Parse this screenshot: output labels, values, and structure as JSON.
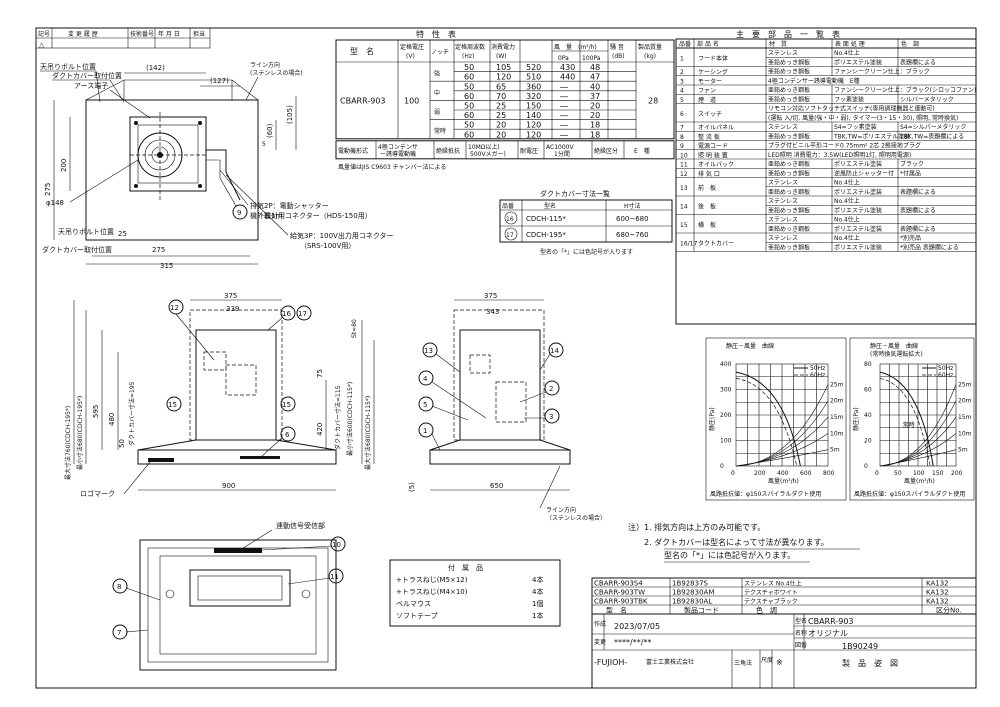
{
  "revision": {
    "headers": [
      "記号",
      "変 更 履 歴",
      "技術番号",
      "年 月 日",
      "担当"
    ],
    "symbol": "△"
  },
  "spec": {
    "title": "特　性　表",
    "col_model": "型　名",
    "col_voltage": "定格電圧",
    "col_voltage_unit": "(V)",
    "col_notch": "ノッチ",
    "col_freq": "定格周波数",
    "col_freq_unit": "(Hz)",
    "col_power": "消費電力",
    "col_power_unit": "(W)",
    "col_air": "風　量　(m³/h)",
    "col_air_0pa": "0Pa",
    "col_air_100pa": "100Pa",
    "col_noise": "騒 音",
    "col_noise_unit": "(dB)",
    "col_weight": "製品質量",
    "col_weight_unit": "(kg)",
    "model": "CBARR-903",
    "voltage": "100",
    "weight": "28",
    "rows": [
      {
        "notch": "強",
        "hz": "50",
        "w": "105",
        "a0": "520",
        "a100": "430",
        "db": "48"
      },
      {
        "notch": "",
        "hz": "60",
        "w": "120",
        "a0": "510",
        "a100": "440",
        "db": "47"
      },
      {
        "notch": "中",
        "hz": "50",
        "w": "65",
        "a0": "360",
        "a100": "―",
        "db": "40"
      },
      {
        "notch": "",
        "hz": "60",
        "w": "70",
        "a0": "320",
        "a100": "―",
        "db": "37"
      },
      {
        "notch": "弱",
        "hz": "50",
        "w": "25",
        "a0": "150",
        "a100": "―",
        "db": "20"
      },
      {
        "notch": "",
        "hz": "60",
        "w": "25",
        "a0": "140",
        "a100": "―",
        "db": "20"
      },
      {
        "notch": "常時",
        "hz": "50",
        "w": "20",
        "a0": "120",
        "a100": "―",
        "db": "18"
      },
      {
        "notch": "",
        "hz": "60",
        "w": "20",
        "a0": "120",
        "a100": "―",
        "db": "18"
      }
    ],
    "motor_label": "電動機形式",
    "motor_value": "4極コンデンサー誘導電動機",
    "insul_label": "絶縁抵抗",
    "insul_value": "10MΩ以上(500Vメガー)",
    "withstand_label": "耐電圧",
    "withstand_value": "AC1000V 1分間",
    "class_label": "絶縁区分",
    "class_value": "E　種",
    "note": "風量値はJIS C9603 チャンバー法による"
  },
  "parts": {
    "title": "主　要　部　品　一　覧　表",
    "headers": [
      "品番",
      "部 品 名",
      "材　質",
      "表 面 処 理",
      "色　調"
    ],
    "rows": [
      {
        "no": "1",
        "name": "フード本体",
        "rows": [
          [
            "ステンレス",
            "No.4仕上",
            ""
          ],
          [
            "亜鉛めっき鋼板",
            "ポリエステル塗装",
            "表題欄による"
          ]
        ]
      },
      {
        "no": "2",
        "name": "ケーシング",
        "rows": [
          [
            "亜鉛めっき鋼板",
            "ファンシークリーン仕上：ブラック",
            ""
          ]
        ]
      },
      {
        "no": "3",
        "name": "モーター",
        "rows": [
          [
            "4極コンデンサー誘導電動機　E種",
            "",
            ""
          ]
        ]
      },
      {
        "no": "4",
        "name": "ファン",
        "rows": [
          [
            "亜鉛めっき鋼板",
            "ファンシークリーン仕上：ブラック(シロッコファン)",
            ""
          ]
        ]
      },
      {
        "no": "5",
        "name": "煙　道",
        "rows": [
          [
            "亜鉛めっき鋼板",
            "フッ素塗装",
            "シルバーメタリック"
          ]
        ]
      },
      {
        "no": "6",
        "name": "スイッチ",
        "rows": [
          [
            "リモコン対応ソフトタッチ式スイッチ(専用調理機器と連動可)",
            "",
            " "
          ],
          [
            "(運転 入/切, 風量(強・中・弱), タイマー(3・15・30), 照明, 常時換気)",
            "",
            ""
          ]
        ]
      },
      {
        "no": "7",
        "name": "オイルパネル",
        "rows": [
          [
            "ステンレス",
            "S4=フッ素塗装",
            "S4=シルバーメタリック"
          ]
        ]
      },
      {
        "no": "8",
        "name": "整 流 板",
        "rows": [
          [
            "亜鉛めっき鋼板",
            "TBK,TW=ポリエステル塗装",
            "TBK,TW=表題欄による"
          ]
        ]
      },
      {
        "no": "9",
        "name": "電源コード",
        "rows": [
          [
            "プラグ付ビニル平形コード0.75mm² 2芯 2極接地プラグ",
            "",
            ""
          ]
        ]
      },
      {
        "no": "10",
        "name": "照 明 装 置",
        "rows": [
          [
            "LED照明 消費電力：3.5W(LED照明1灯, 照明用電源)",
            "",
            ""
          ]
        ]
      },
      {
        "no": "11",
        "name": "オイルパック",
        "rows": [
          [
            "亜鉛めっき鋼板",
            "ポリエステル塗装",
            "ブラック"
          ]
        ]
      },
      {
        "no": "12",
        "name": "排 気 口",
        "rows": [
          [
            "亜鉛めっき鋼板",
            "逆風防止シャッター付",
            "*付属品"
          ]
        ]
      },
      {
        "no": "13",
        "name": "前　板",
        "rows": [
          [
            "ステンレス",
            "No.4仕上",
            ""
          ],
          [
            "亜鉛めっき鋼板",
            "ポリエステル塗装",
            "表題欄による"
          ]
        ]
      },
      {
        "no": "14",
        "name": "後　板",
        "rows": [
          [
            "ステンレス",
            "No.4仕上",
            ""
          ],
          [
            "亜鉛めっき鋼板",
            "ポリエステル塗装",
            "表題欄による"
          ]
        ]
      },
      {
        "no": "15",
        "name": "横　板",
        "rows": [
          [
            "ステンレス",
            "No.4仕上",
            ""
          ],
          [
            "亜鉛めっき鋼板",
            "ポリエステル塗装",
            "表題欄による"
          ]
        ]
      },
      {
        "no": "16\n17",
        "name": "タクトカバー",
        "rows": [
          [
            "ステンレス",
            "No.4仕上",
            "*別売品"
          ],
          [
            "亜鉛めっき鋼板",
            "ポリエステル塗装",
            "*別売品 表題欄による"
          ]
        ]
      }
    ]
  },
  "duct_table": {
    "title": "ダクトカバー寸法一覧",
    "headers": [
      "品番",
      "型名",
      "H寸法"
    ],
    "rows": [
      {
        "no": "16",
        "model": "CDCH-115*",
        "h": "600~680"
      },
      {
        "no": "17",
        "model": "CDCH-195*",
        "h": "680~760"
      }
    ],
    "note": "型名の「*」には色記号が入ります"
  },
  "accessories": {
    "title": "付　属　品",
    "rows": [
      {
        "name": "+トラスねじ(M5×12)",
        "qty": "4本"
      },
      {
        "name": "+トラスねじ(M4×10)",
        "qty": "4本"
      },
      {
        "name": "ベルマウス",
        "qty": "1個"
      },
      {
        "name": "ソフトテープ",
        "qty": "1本"
      }
    ]
  },
  "notes": {
    "lines": [
      "注）1. 排気方向は上方のみ可能です。",
      "2. ダクトカバーは型名によって寸法が異なります。",
      "型名の「*」には色記号が入ります。"
    ]
  },
  "title_block": {
    "models": [
      {
        "model": "CBARR-903S4",
        "code": "1B92837S",
        "color": "ステンレス No.4仕上",
        "class": "KA132"
      },
      {
        "model": "CBARR-903TW",
        "code": "1B92830AM",
        "color": "テクスチャホワイト",
        "class": "KA132"
      },
      {
        "model": "CBARR-903TBK",
        "code": "1B92830AL",
        "color": "テクスチャブラック",
        "class": "KA132"
      }
    ],
    "headers": [
      "型　名",
      "製品コード",
      "色　調",
      "区分No."
    ],
    "made_label": "作成",
    "date": "2023/07/05",
    "changed_label": "変更",
    "changed_date": "****/**/**",
    "model_label": "型名",
    "model_value": "CBARR-903",
    "orig_label": "名称",
    "orig_value": "オリジナル",
    "drawing_label": "図番",
    "drawing_no": "1B90249",
    "brand": "-FUJIOH-",
    "brand_sub": "富士工業株式会社",
    "projection": "三角法",
    "scale_label": "尺度",
    "scale_value": "※",
    "drawing_title": "製　品　姿　図"
  },
  "graphs": [
    {
      "title": "静圧－風量　曲線",
      "subtitle": "",
      "legend": [
        "50Hz",
        "60Hz"
      ],
      "ylabel": "静圧(Pa)",
      "xlabel": "風量(m³/h)",
      "yticks": [
        "0",
        "100",
        "200",
        "300",
        "400"
      ],
      "xticks": [
        "0",
        "200",
        "400",
        "600",
        "800"
      ],
      "curve_labels": [
        "25m",
        "20m",
        "15m",
        "10m",
        "5m"
      ],
      "footnote": "風路抵抗値：φ150スパイラルダクト使用"
    },
    {
      "title": "静圧－風量　曲線",
      "subtitle": "(常時換気運転拡大)",
      "legend": [
        "50Hz",
        "60Hz"
      ],
      "ylabel": "静圧(Pa)",
      "xlabel": "風量(m³/h)",
      "yticks": [
        "0",
        "20",
        "40",
        "60",
        "80"
      ],
      "xticks": [
        "0",
        "50",
        "100",
        "150",
        "200"
      ],
      "curve_labels": [
        "25m",
        "20m",
        "15m",
        "10m",
        "5m"
      ],
      "footnote": "風路抵抗値：φ150スパイラルダクト使用",
      "label_a": "常時"
    }
  ],
  "top_view": {
    "labels": {
      "ceiling_bolt": "天吊りボルト位置",
      "duct_mount": "ダクトカバー取付位置",
      "earth": "アース端子",
      "line_dir": "ライン方向",
      "line_dir_sub": "(ステンレスの場合)",
      "exhaust": "排気2P：電動シャッター",
      "exhaust_sub": "取付用コネクター（HDS-150用）",
      "interlock": "給気3P：100V出力用コネクター",
      "interlock_sub": "（SRS-100V用）",
      "cord": "機外長1m",
      "ceiling_bolt2": "天吊りボルト位置",
      "duct_mount2": "ダクトカバー取付位置"
    },
    "dims": {
      "d142": "(142)",
      "d127": "(127)",
      "d105": "(105)",
      "d60": "(60)",
      "d5": "5",
      "d275": "275",
      "d200": "200",
      "d148": "φ148",
      "d25": "25",
      "d275b": "275",
      "d315": "315"
    }
  },
  "front_view": {
    "dims": {
      "w375": "375",
      "w339": "339",
      "w900": "900",
      "h595": "595",
      "h480": "480",
      "h50": "50",
      "h420": "420",
      "h75": "75",
      "st": "St=80",
      "max": "最大寸法760(CDCH-195*)",
      "min": "最小寸法680(CDCH-195*)",
      "duct": "ダクトカバー寸法=195",
      "max2": "最大寸法680(CDCH-115*)",
      "min2": "最小寸法600(CDCH-115*)",
      "duct2": "ダクトカバー寸法=115"
    },
    "logo": "ロゴマーク"
  },
  "side_view": {
    "dims": {
      "w375": "375",
      "w343": "343",
      "w650": "650",
      "h5": "(5)"
    },
    "line_dir": "ライン方向",
    "line_dir_sub": "（ステンレスの場合）"
  },
  "bottom_view": {
    "label": "連動信号受信部"
  },
  "callouts": [
    "1",
    "2",
    "3",
    "4",
    "5",
    "6",
    "7",
    "8",
    "9",
    "10",
    "11",
    "12",
    "13",
    "14",
    "15",
    "16",
    "17"
  ]
}
